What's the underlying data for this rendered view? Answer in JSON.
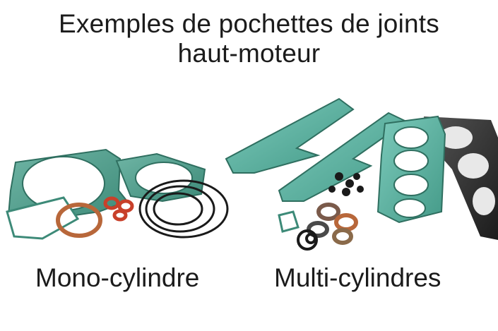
{
  "title": {
    "line1": "Exemples de pochettes de joints",
    "line2": "haut-moteur"
  },
  "captions": {
    "left": "Mono-cylindre",
    "right": "Multi-cylindres"
  },
  "colors": {
    "gasket_green": "#4a9a88",
    "gasket_teal": "#5cb8a8",
    "gasket_dark": "#2e2e2e",
    "ring_copper": "#b8673a",
    "ring_red": "#c8402a",
    "oring_black": "#1a1a1a"
  }
}
